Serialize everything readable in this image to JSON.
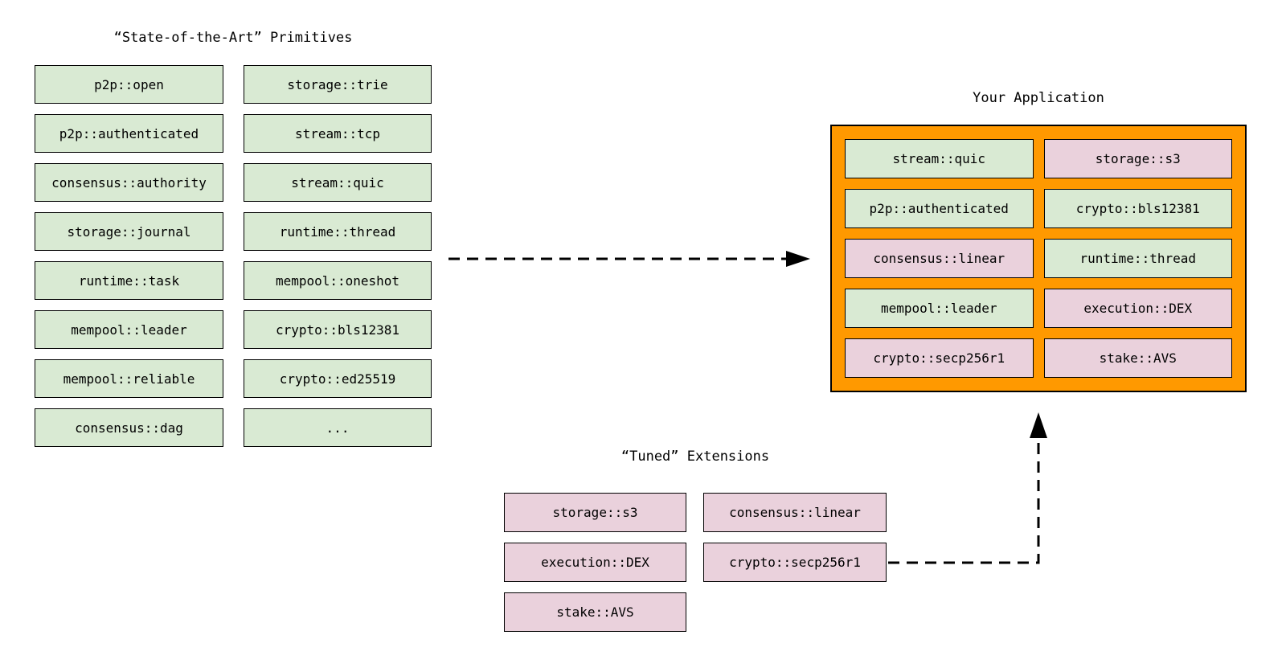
{
  "colors": {
    "primitive_fill": "#d9ead3",
    "extension_fill": "#ead1dc",
    "application_fill": "#ff9900",
    "border": "#000000",
    "text": "#000000"
  },
  "primitives": {
    "title": "“State-of-the-Art” Primitives",
    "columns": [
      [
        "p2p::open",
        "p2p::authenticated",
        "consensus::authority",
        "storage::journal",
        "runtime::task",
        "mempool::leader",
        "mempool::reliable",
        "consensus::dag"
      ],
      [
        "storage::trie",
        "stream::tcp",
        "stream::quic",
        "runtime::thread",
        "mempool::oneshot",
        "crypto::bls12381",
        "crypto::ed25519",
        "..."
      ]
    ]
  },
  "application": {
    "title": "Your Application",
    "modules": [
      {
        "label": "stream::quic",
        "kind": "primitive"
      },
      {
        "label": "storage::s3",
        "kind": "extension"
      },
      {
        "label": "p2p::authenticated",
        "kind": "primitive"
      },
      {
        "label": "crypto::bls12381",
        "kind": "primitive"
      },
      {
        "label": "consensus::linear",
        "kind": "extension"
      },
      {
        "label": "runtime::thread",
        "kind": "primitive"
      },
      {
        "label": "mempool::leader",
        "kind": "primitive"
      },
      {
        "label": "execution::DEX",
        "kind": "extension"
      },
      {
        "label": "crypto::secp256r1",
        "kind": "extension"
      },
      {
        "label": "stake::AVS",
        "kind": "extension"
      }
    ]
  },
  "extensions": {
    "title": "“Tuned” Extensions",
    "columns": [
      [
        "storage::s3",
        "execution::DEX",
        "stake::AVS"
      ],
      [
        "consensus::linear",
        "crypto::secp256r1"
      ]
    ]
  }
}
